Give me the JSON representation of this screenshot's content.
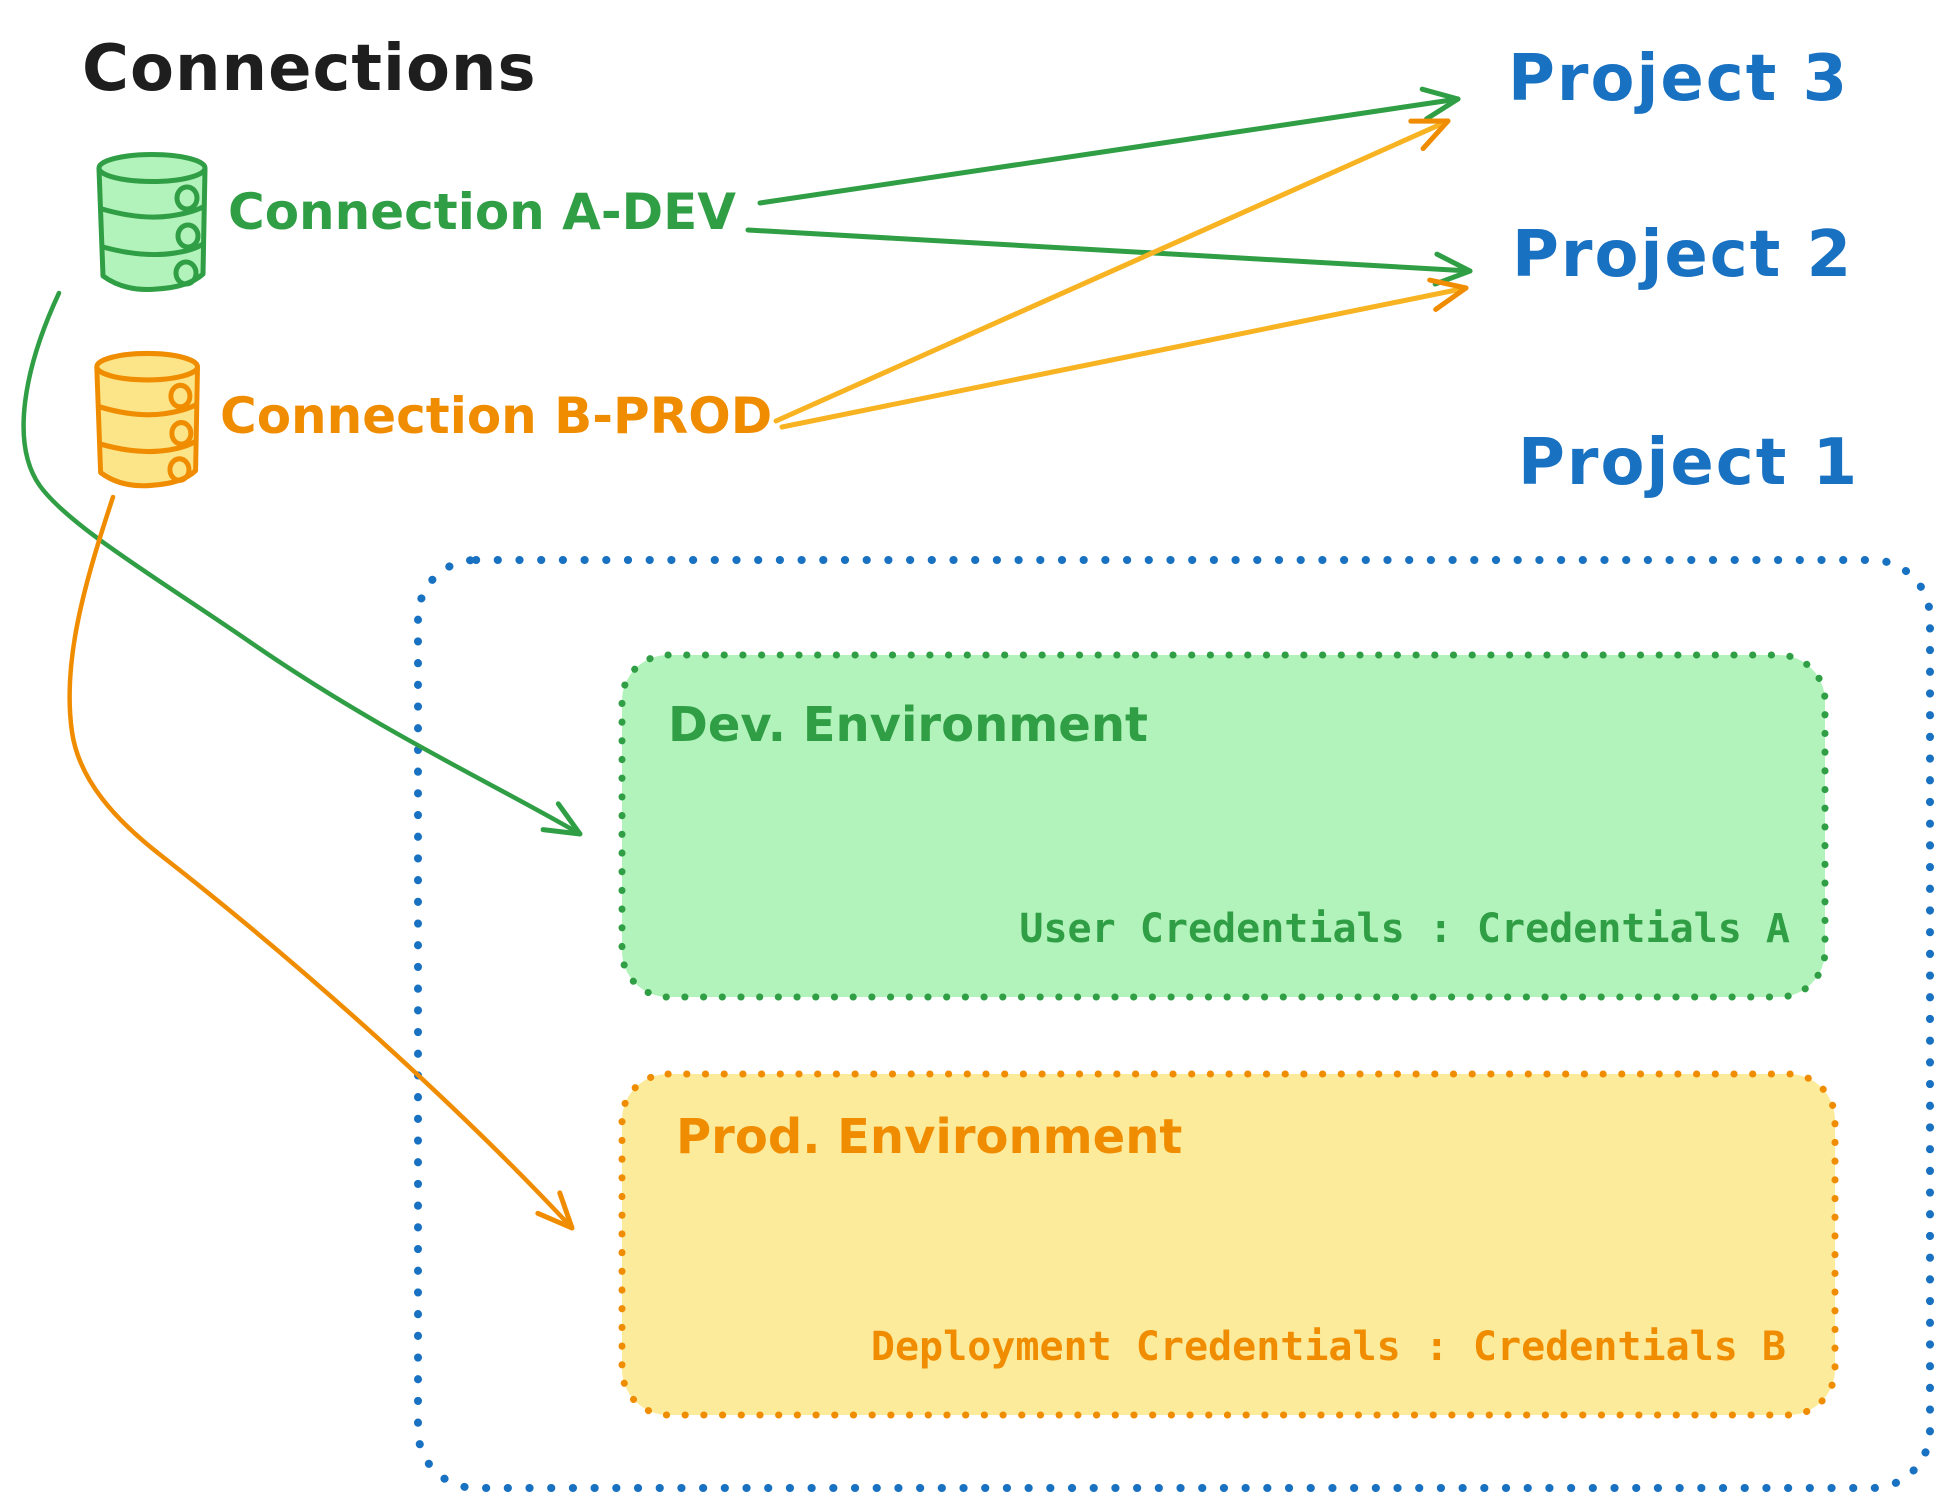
{
  "palette": {
    "ink": "#1e1e1e",
    "green_stroke": "#2f9e44",
    "green_fill": "#b2f2bb",
    "orange_stroke": "#f08c00",
    "orange_cylinder_fill": "#fbe588",
    "orange_box_fill": "#fdeb9c",
    "blue": "#1971c2"
  },
  "connections": {
    "heading": "Connections",
    "items": [
      {
        "label": "Connection A-DEV"
      },
      {
        "label": "Connection B-PROD"
      }
    ]
  },
  "projects": [
    {
      "label": "Project 3"
    },
    {
      "label": "Project 2"
    },
    {
      "label": "Project 1"
    }
  ],
  "environments": {
    "dev": {
      "title": "Dev. Environment",
      "credentials": "User Credentials : Credentials A"
    },
    "prod": {
      "title": "Prod. Environment",
      "credentials": "Deployment Credentials : Credentials B"
    }
  }
}
